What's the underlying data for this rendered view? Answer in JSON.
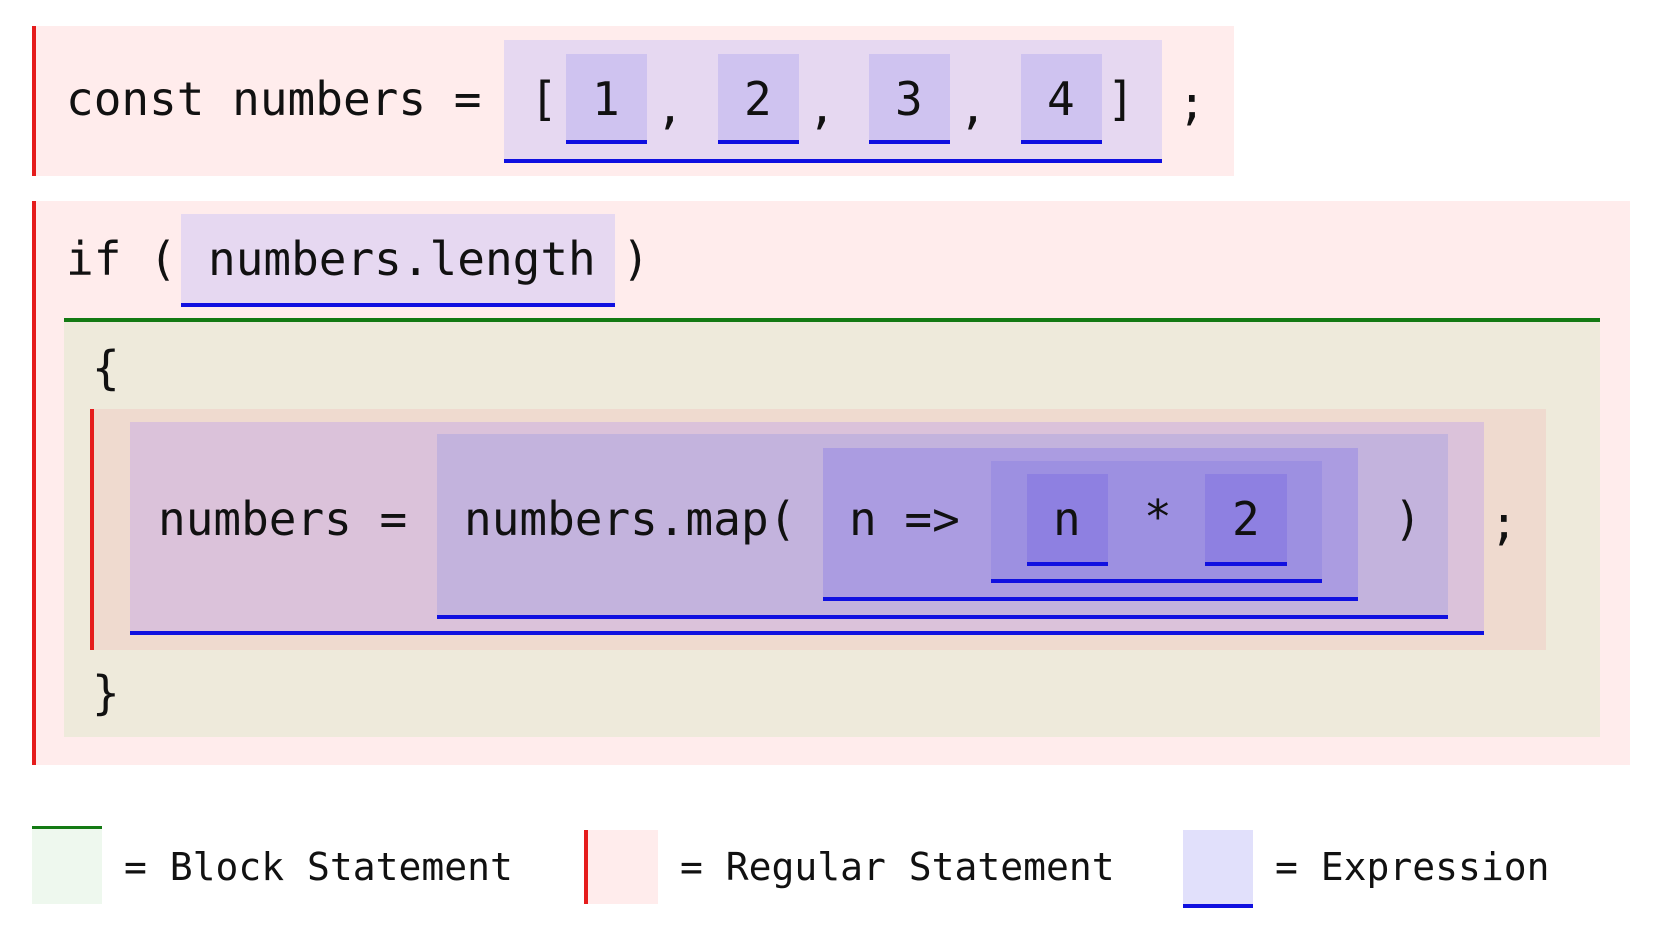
{
  "line1": {
    "keyword": "const numbers =",
    "open_bracket": "[",
    "elements": [
      "1",
      "2",
      "3",
      "4"
    ],
    "comma": ",",
    "close_bracket": "]",
    "semicolon": ";"
  },
  "if_statement": {
    "keyword": "if (",
    "condition": "numbers.length",
    "close_paren": ")",
    "open_brace": "{",
    "close_brace": "}"
  },
  "assignment": {
    "target": "numbers =",
    "call": "numbers.map(",
    "arrow_param": "n =>",
    "left_operand": "n",
    "operator": "*",
    "right_operand": "2",
    "close_paren": ")",
    "semicolon": ";"
  },
  "legend": {
    "block": "= Block Statement",
    "regular": "= Regular Statement",
    "expression": "= Expression"
  },
  "colors": {
    "statement_bg": "#ffecec",
    "statement_border": "#e51c1c",
    "block_bg": "#eeeadb",
    "block_border": "#137a13",
    "expression_bg": "#e1e0fb",
    "expression_border": "#1010e0"
  }
}
